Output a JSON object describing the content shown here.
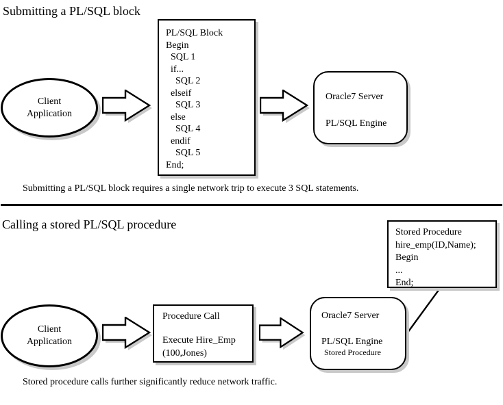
{
  "colors": {
    "background": "#ffffff",
    "stroke": "#000000",
    "shadow": "#c9c9c9"
  },
  "icons": {
    "arrow": "block-arrow-right-icon"
  },
  "submitting": {
    "title": "Submitting a PL/SQL block",
    "client": {
      "line1": "Client",
      "line2": "Application"
    },
    "plsql_block": {
      "lines": [
        "PL/SQL Block",
        "Begin",
        "  SQL 1",
        "  if...",
        "    SQL 2",
        "  elseif",
        "    SQL 3",
        "  else",
        "    SQL 4",
        "  endif",
        "    SQL 5",
        "End;"
      ]
    },
    "server": {
      "line1": "Oracle7 Server",
      "line2": "PL/SQL Engine"
    },
    "caption": "Submitting a PL/SQL block requires a single network trip to execute 3 SQL statements."
  },
  "calling": {
    "title": "Calling a stored PL/SQL procedure",
    "client": {
      "line1": "Client",
      "line2": "Application"
    },
    "stored_procedure": {
      "lines": [
        "Stored Procedure",
        "hire_emp(ID,Name);",
        "Begin",
        "...",
        "End;"
      ]
    },
    "procedure_call": {
      "title": "Procedure Call",
      "line1": "Execute Hire_Emp",
      "line2": "(100,Jones)"
    },
    "server": {
      "line1": "Oracle7 Server",
      "line2": "PL/SQL Engine",
      "line3": "Stored Procedure"
    },
    "caption": "Stored procedure calls further significantly reduce network traffic."
  }
}
